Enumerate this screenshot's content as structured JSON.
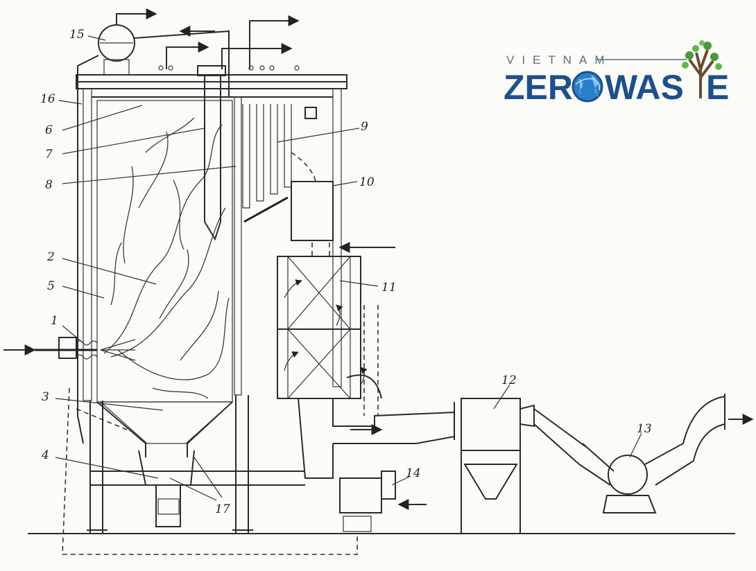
{
  "logo": {
    "top_text": "VIETNAM",
    "part_left": "ZER",
    "part_right": "WAS",
    "part_end": "E",
    "brand_blue": "#1d4f8c",
    "brand_green": "#4a9a3a",
    "brand_grey": "#5a6e7d"
  },
  "labels": {
    "l1": "1",
    "l2": "2",
    "l3": "3",
    "l4": "4",
    "l5": "5",
    "l6": "6",
    "l7": "7",
    "l8": "8",
    "l9": "9",
    "l10": "10",
    "l11": "11",
    "l12": "12",
    "l13": "13",
    "l14": "14",
    "l15": "15",
    "l16": "16",
    "l17": "17"
  },
  "icons": {
    "globe": "globe-icon",
    "tree": "tree-icon",
    "arrow": "flow-arrow-icon"
  }
}
